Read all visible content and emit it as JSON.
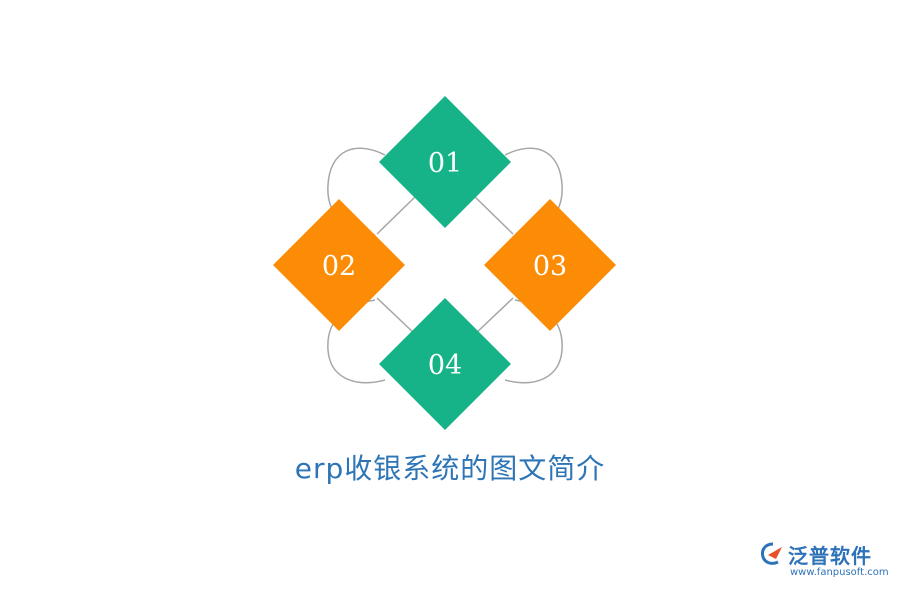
{
  "diagram": {
    "items": [
      {
        "label": "01",
        "color": "#17b388"
      },
      {
        "label": "02",
        "color": "#fc8c05"
      },
      {
        "label": "03",
        "color": "#fc8c05"
      },
      {
        "label": "04",
        "color": "#17b388"
      }
    ],
    "ring_color": "#a6a6a6"
  },
  "caption": "erp收银系统的图文简介",
  "brand": {
    "name": "泛普软件",
    "url": "www.fanpusoft.com",
    "color": "#2e73b8",
    "accent": "#e8502a"
  }
}
